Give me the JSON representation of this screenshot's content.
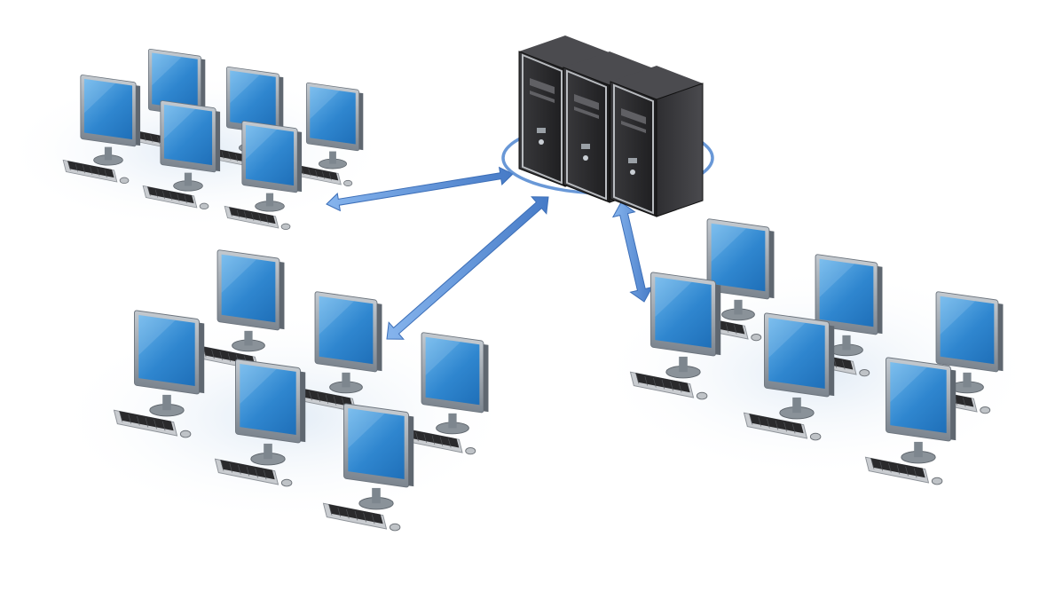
{
  "scene": {
    "subject": "network-diagram-illustration",
    "server_count": 3,
    "workstation_groups": [
      {
        "name": "top-left",
        "workstation_count": 6
      },
      {
        "name": "bottom-left",
        "workstation_count": 6
      },
      {
        "name": "right",
        "workstation_count": 6
      }
    ],
    "connection_count": 3
  },
  "colors": {
    "screen_blue": "#2f86cf",
    "screen_light": "#5aa8e4",
    "monitor_frame": "#9aa3ad",
    "server_body": "#2b2b2d",
    "server_trim": "#b9bcc0",
    "arrow_blue": "#5b8fd6",
    "ring_blue": "#4f86d0",
    "keyboard_body": "#c9ccd0",
    "keyboard_keys": "#2a2a2c"
  },
  "icons": {
    "server": "server-tower-icon",
    "workstation": "desktop-monitor-icon",
    "keyboard": "keyboard-icon",
    "mouse": "mouse-icon",
    "link": "double-arrow-icon"
  }
}
